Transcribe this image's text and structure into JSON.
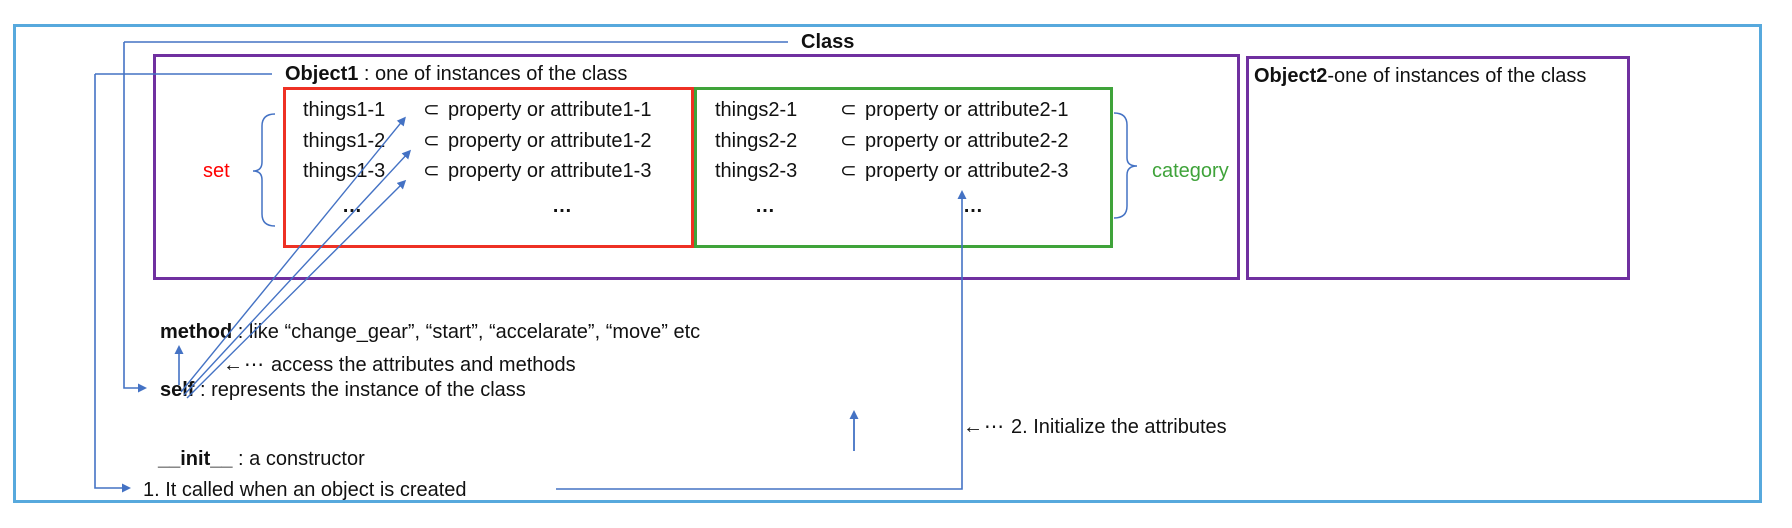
{
  "frame": {
    "title": "Class"
  },
  "object1": {
    "title_bold": "Object1",
    "title_rest": " : one of instances of the class",
    "set_label": "set",
    "category_label": "category",
    "red_table": {
      "rows": [
        {
          "thing": "things1-1",
          "subset": "⊂",
          "prop": "property or attribute1-1"
        },
        {
          "thing": "things1-2",
          "subset": "⊂",
          "prop": "property or attribute1-2"
        },
        {
          "thing": "things1-3",
          "subset": "⊂",
          "prop": "property or attribute1-3"
        }
      ],
      "ellipsis_left": "…",
      "ellipsis_right": "…"
    },
    "green_table": {
      "rows": [
        {
          "thing": "things2-1",
          "subset": "⊂",
          "prop": "property or attribute2-1"
        },
        {
          "thing": "things2-2",
          "subset": "⊂",
          "prop": "property or attribute2-2"
        },
        {
          "thing": "things2-3",
          "subset": "⊂",
          "prop": "property or attribute2-3"
        }
      ],
      "ellipsis_left": "…",
      "ellipsis_right": "…"
    }
  },
  "object2": {
    "title_bold": "Object2",
    "title_rest": "-one of instances of the class"
  },
  "annotations": {
    "method_bold": "method",
    "method_rest": " : like “change_gear”, “start”, “accelarate”, “move” etc",
    "access_arrow": "←⋯",
    "access_text": "access the attributes and methods",
    "self_bold": "self",
    "self_rest": " : represents the instance of the class",
    "init_bold": "__init__",
    "init_rest": " : a constructor",
    "note1": "1. It called when an object is created",
    "note2_arrow": "←⋯",
    "note2": "2. Initialize the attributes"
  },
  "colors": {
    "frame_blue": "#57a9dd",
    "object_purple": "#7030a0",
    "set_red": "#ee3124",
    "category_green": "#3fa33a",
    "connector_blue": "#4472c4",
    "set_label_red": "#ff0000"
  }
}
